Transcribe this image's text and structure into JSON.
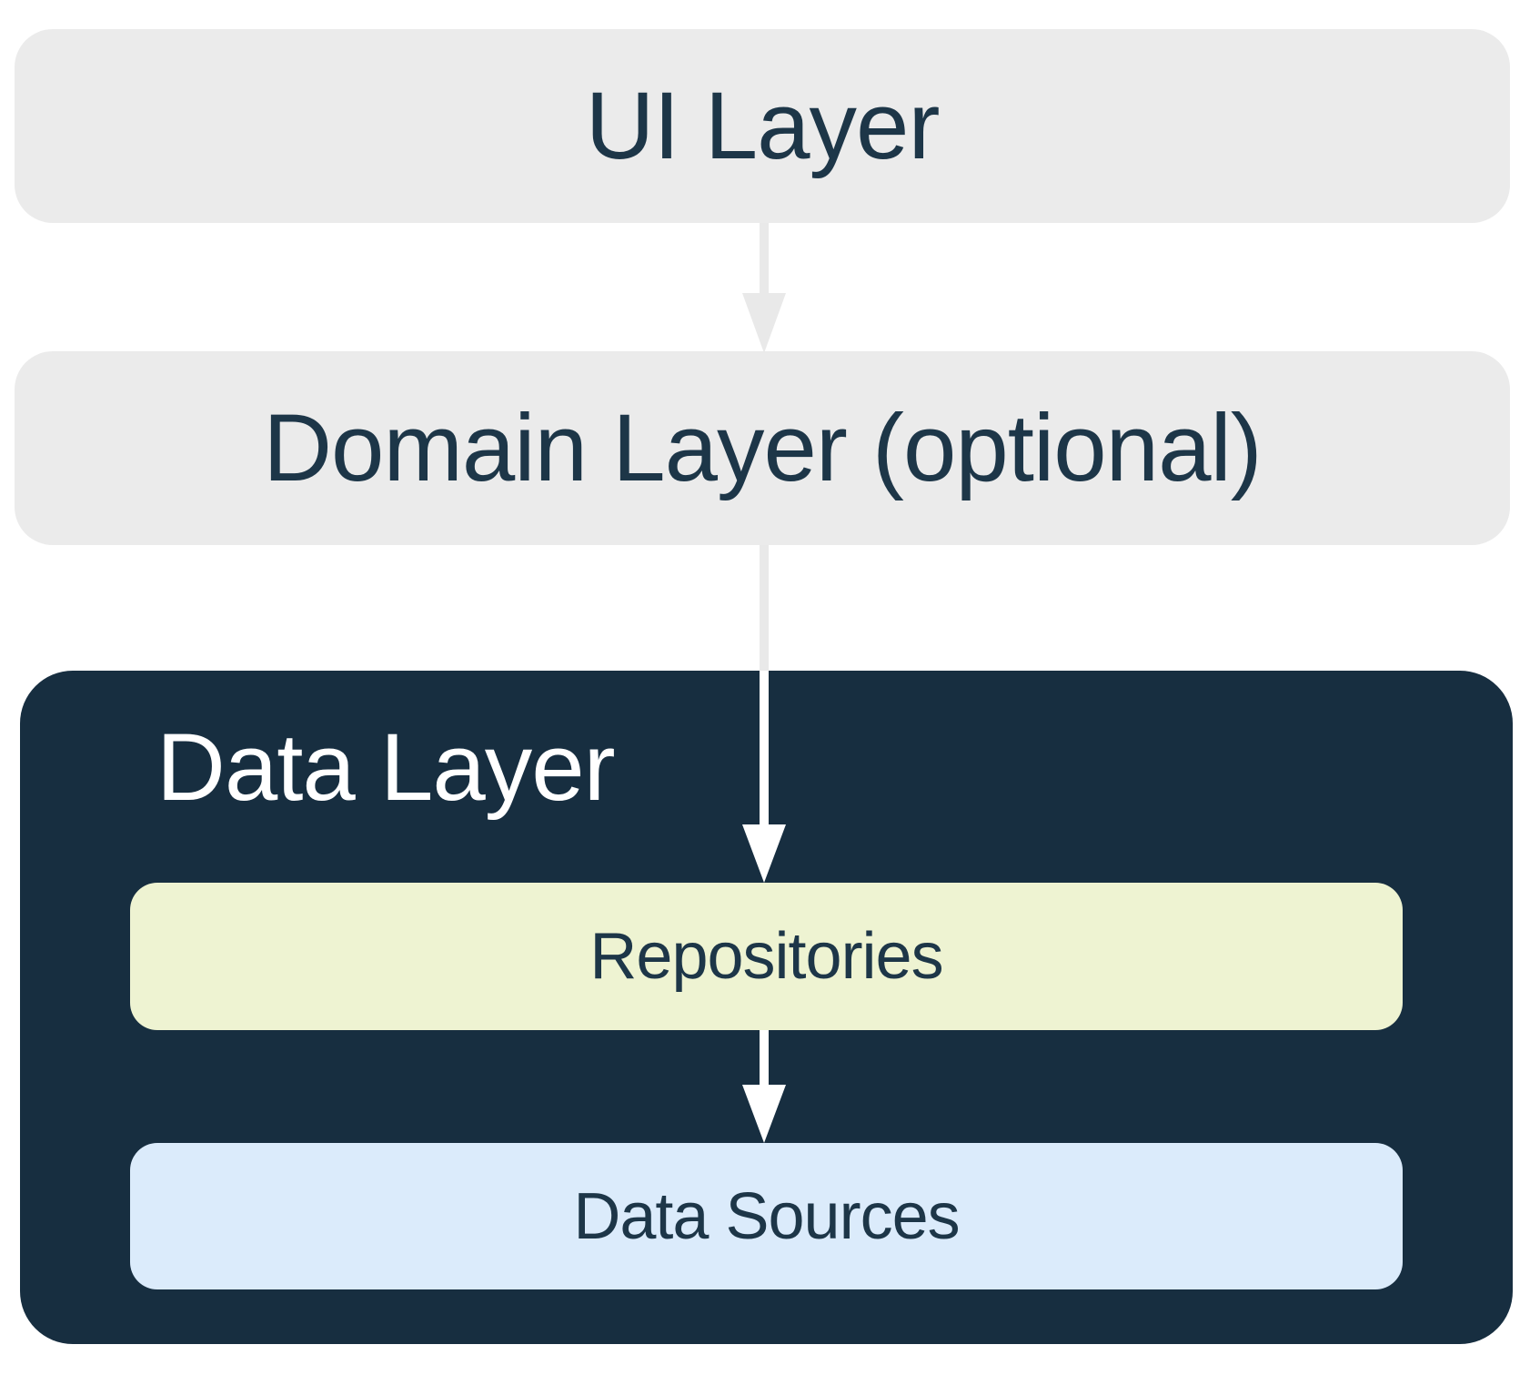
{
  "nodes": {
    "ui_layer": {
      "label": "UI Layer"
    },
    "domain_layer": {
      "label": "Domain Layer (optional)"
    },
    "data_layer": {
      "label": "Data Layer"
    },
    "repositories": {
      "label": "Repositories"
    },
    "data_sources": {
      "label": "Data Sources"
    }
  },
  "edges": [
    {
      "from": "UI Layer",
      "to": "Domain Layer (optional)",
      "arrow_color": "#e9e9e9"
    },
    {
      "from": "Domain Layer (optional)",
      "to": "Repositories",
      "arrow_color": "#e9e9e9 then #ffffff inside Data Layer"
    },
    {
      "from": "Repositories",
      "to": "Data Sources",
      "arrow_color": "#ffffff"
    }
  ],
  "colors": {
    "background": "#ffffff",
    "layer_box_gray": "#ebebeb",
    "data_layer_navy": "#172e40",
    "text_navy": "#1d3648",
    "text_white": "#ffffff",
    "repositories_fill": "#eef3d2",
    "data_sources_fill": "#dbebfb",
    "arrow_gray": "#e9e9e9",
    "arrow_white": "#ffffff"
  }
}
